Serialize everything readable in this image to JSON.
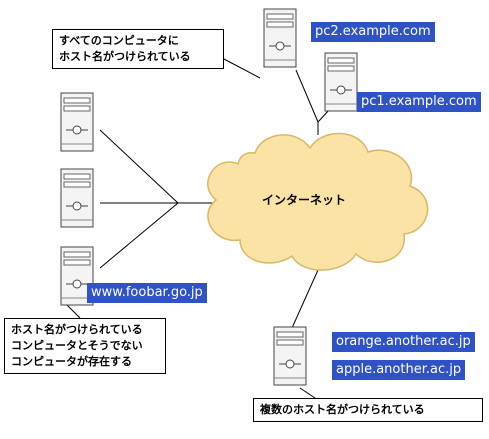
{
  "cloud": {
    "label": "インターネット",
    "fill": "#fbe3a5",
    "stroke": "#d7b868"
  },
  "label_color": "#2f52c7",
  "hosts": {
    "pc2": "pc2.example.com",
    "pc1": "pc1.example.com",
    "www": "www.foobar.go.jp",
    "orange": "orange.another.ac.jp",
    "apple": "apple.another.ac.jp"
  },
  "notes": {
    "all_named": [
      "すべてのコンピュータに",
      "ホスト名がつけられている"
    ],
    "mixed": [
      "ホスト名がつけられている",
      "コンピュータとそうでない",
      "コンピュータが存在する"
    ],
    "multiple": [
      "複数のホスト名がつけられている"
    ]
  },
  "servers": [
    {
      "id": "pc2-server",
      "icon": "server-icon"
    },
    {
      "id": "pc1-server",
      "icon": "server-icon"
    },
    {
      "id": "left-server-top",
      "icon": "server-icon"
    },
    {
      "id": "left-server-middle",
      "icon": "server-icon"
    },
    {
      "id": "www-server",
      "icon": "server-icon"
    },
    {
      "id": "multi-host-server",
      "icon": "server-icon"
    }
  ]
}
